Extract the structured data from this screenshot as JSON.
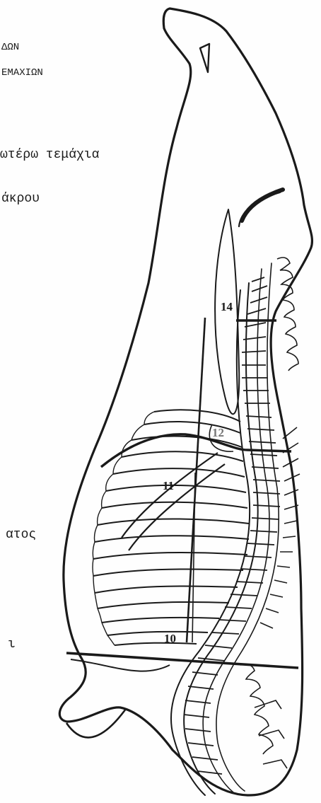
{
  "text_fragments": {
    "line1": "ΔΩΝ",
    "line2": "ΕΜΑΧΙΩΝ",
    "line3": "ωτέρω τεμάχια",
    "line4": "άκρου",
    "line5": "ατος",
    "line6": "ι"
  },
  "cut_labels": {
    "label_14": "14",
    "label_12": "12",
    "label_11": "11",
    "label_10": "10"
  },
  "colors": {
    "ink": "#1a1a1a",
    "paper": "#fefefe"
  }
}
